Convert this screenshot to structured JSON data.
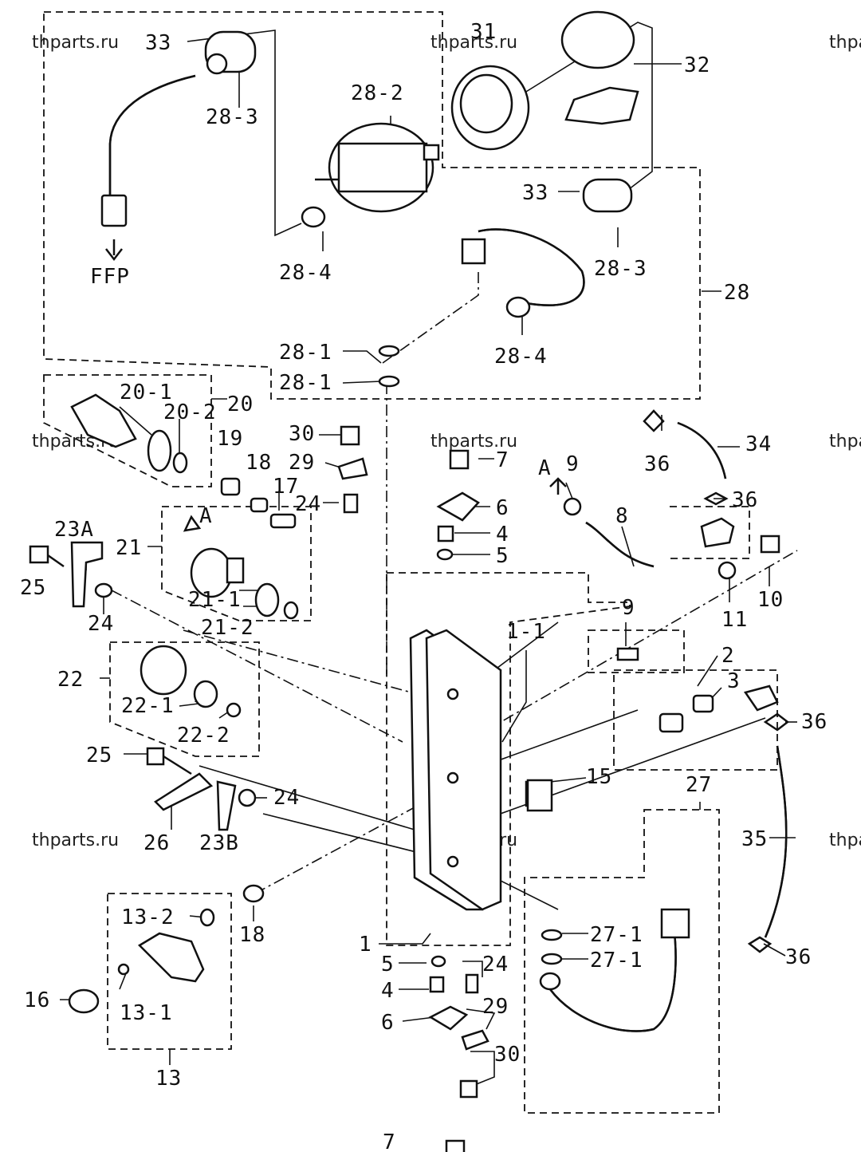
{
  "watermark": "thparts.ru",
  "labels": {
    "l1": "1",
    "l1_1": "1-1",
    "l2": "2",
    "l3": "3",
    "l4a": "4",
    "l4b": "4",
    "l5a": "5",
    "l5b": "5",
    "l6a": "6",
    "l6b": "6",
    "l7a": "7",
    "l7b": "7",
    "l8": "8",
    "l9a": "9",
    "l9b": "9",
    "l10": "10",
    "l11": "11",
    "l13": "13",
    "l13_1": "13-1",
    "l13_2": "13-2",
    "l15": "15",
    "l16": "16",
    "l17": "17",
    "l18a": "18",
    "l18b": "18",
    "l19": "19",
    "l20": "20",
    "l20_1": "20-1",
    "l20_2": "20-2",
    "l21": "21",
    "l21_1": "21-1",
    "l21_2": "21-2",
    "l22": "22",
    "l22_1": "22-1",
    "l22_2": "22-2",
    "l23a": "23A",
    "l23b": "23B",
    "l24a": "24",
    "l24b": "24",
    "l24c": "24",
    "l24d": "24",
    "l25a": "25",
    "l25b": "25",
    "l26": "26",
    "l27": "27",
    "l27_1a": "27-1",
    "l27_1b": "27-1",
    "l28": "28",
    "l28_1a": "28-1",
    "l28_1b": "28-1",
    "l28_2": "28-2",
    "l28_3a": "28-3",
    "l28_3b": "28-3",
    "l28_4a": "28-4",
    "l28_4b": "28-4",
    "l29a": "29",
    "l29b": "29",
    "l30a": "30",
    "l30b": "30",
    "l31": "31",
    "l32": "32",
    "l33a": "33",
    "l33b": "33",
    "l34": "34",
    "l35": "35",
    "l36a": "36",
    "l36b": "36",
    "l36c": "36",
    "l36d": "36",
    "ffp": "FFP",
    "arrowA1": "A",
    "arrowA2": "A"
  }
}
